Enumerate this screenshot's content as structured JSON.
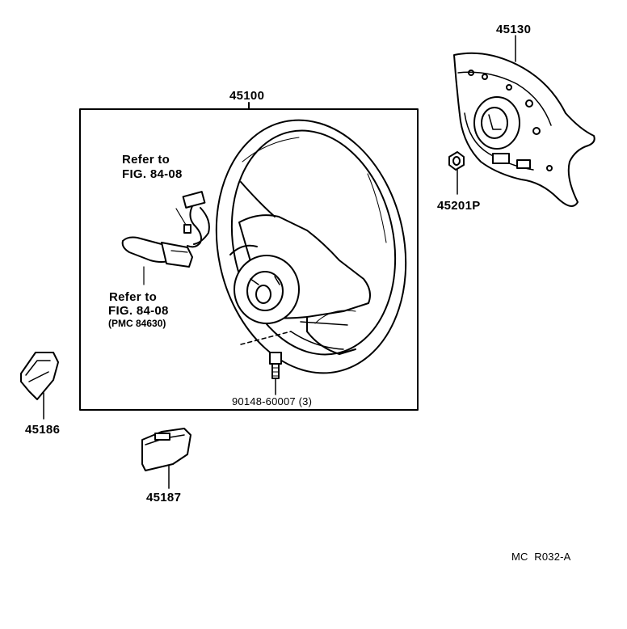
{
  "parts": {
    "steering_wheel": "45100",
    "airbag_pad": "45130",
    "nut": "45201P",
    "lower_cover_left": "45186",
    "lower_cover_right": "45187",
    "screw": "90148-60007 (3)"
  },
  "references": {
    "upper": {
      "line1": "Refer to",
      "line2": "FIG. 84-08"
    },
    "lower": {
      "line1": "Refer to",
      "line2": "FIG. 84-08",
      "line3": "(PMC 84630)"
    }
  },
  "drawing_code": "MC  R032-A"
}
